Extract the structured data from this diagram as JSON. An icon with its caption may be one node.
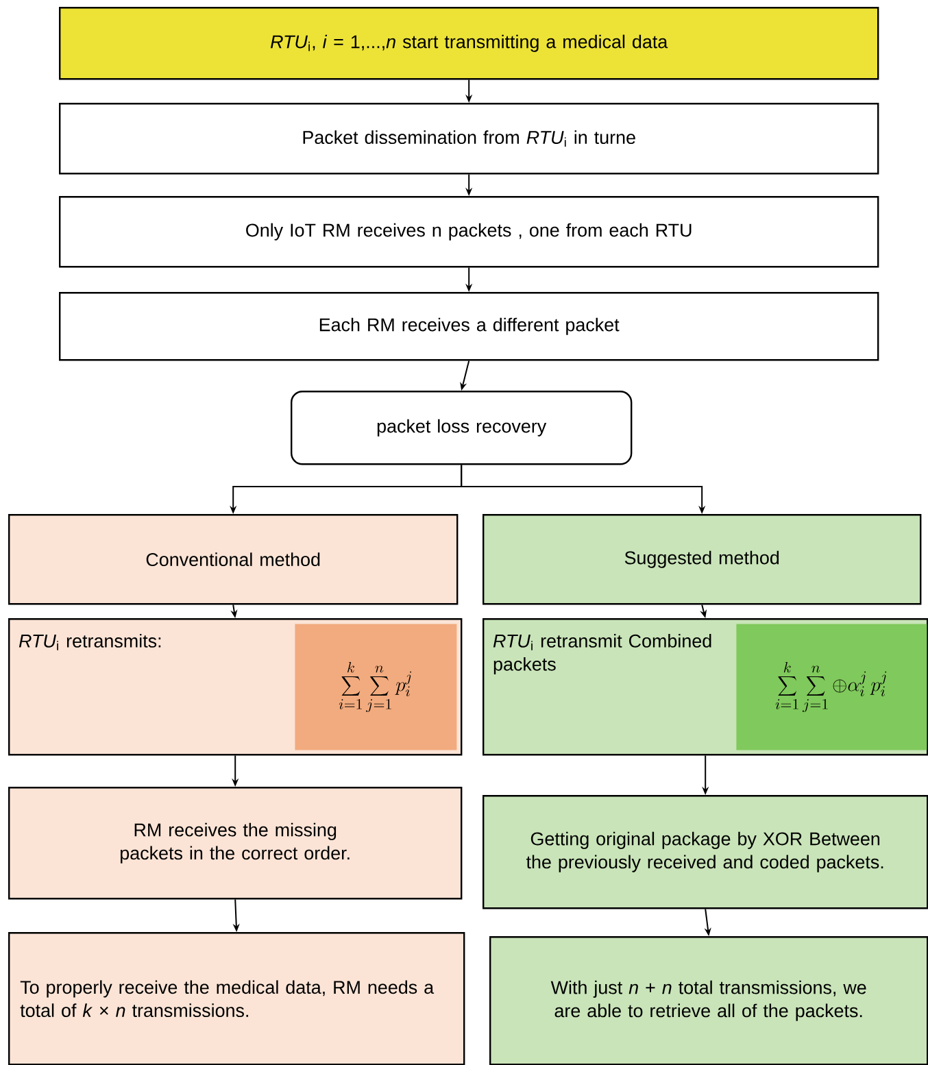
{
  "diagram": {
    "nodes": [
      {
        "text": [
          "*RTU*$_{i}$, *i* = 1,...,*n* start transmitting a medical data"
        ]
      },
      {
        "text": [
          "Packet dissemination from *RTU*$_{i}$ in turne"
        ]
      },
      {
        "text": [
          "Only IoT RM receives n packets , one from each RTU"
        ]
      },
      {
        "text": [
          "Each RM receives a different packet"
        ]
      },
      {
        "text": [
          "packet loss recovery"
        ]
      },
      {
        "text": [
          "Conventional method"
        ]
      },
      {
        "text": [
          "Suggested method"
        ]
      },
      {
        "text": [
          "*RTU*$_{i}$ retransmits:"
        ]
      },
      {
        "text": [
          "\\sum_{i=1}^{k}\\sum_{j=1}^{n} p_i^j"
        ],
        "in": 7
      },
      {
        "text": [
          "*RTU*$_{i}$ retransmit Combined packets"
        ]
      },
      {
        "text": [
          "\\sum_{i=1}^{k}\\sum_{j=1}^{n}\\oplus\\alpha_i^j\\, p_i^j"
        ],
        "in": 9
      },
      {
        "text": [
          "RM receives the missing packets in the correct order."
        ]
      },
      {
        "text": [
          "Getting original package by XOR Between the previously received and coded packets."
        ]
      },
      {
        "text": [
          "To properly receive the medical data, RM needs a total of *k* × *n* transmissions."
        ]
      },
      {
        "text": [
          "With just *n* + *n* total transmissions, we are able to retrieve all of the packets."
        ]
      }
    ],
    "edges": [
      {
        "from": 0,
        "to": 1,
        "arrow": "to"
      },
      {
        "from": 1,
        "to": 2,
        "arrow": "to"
      },
      {
        "from": 2,
        "to": 3,
        "arrow": "to"
      },
      {
        "from": 3,
        "to": 4,
        "arrow": "to"
      },
      {
        "from": 4,
        "to": 5,
        "arrow": "to"
      },
      {
        "from": 4,
        "to": 6,
        "arrow": "to"
      },
      {
        "from": 5,
        "to": 7,
        "arrow": "to"
      },
      {
        "from": 6,
        "to": 9,
        "arrow": "to"
      },
      {
        "from": 7,
        "to": 11,
        "arrow": "to"
      },
      {
        "from": 9,
        "to": 12,
        "arrow": "to"
      },
      {
        "from": 11,
        "to": 13,
        "arrow": "to"
      },
      {
        "from": 12,
        "to": 14,
        "arrow": "to"
      }
    ]
  }
}
